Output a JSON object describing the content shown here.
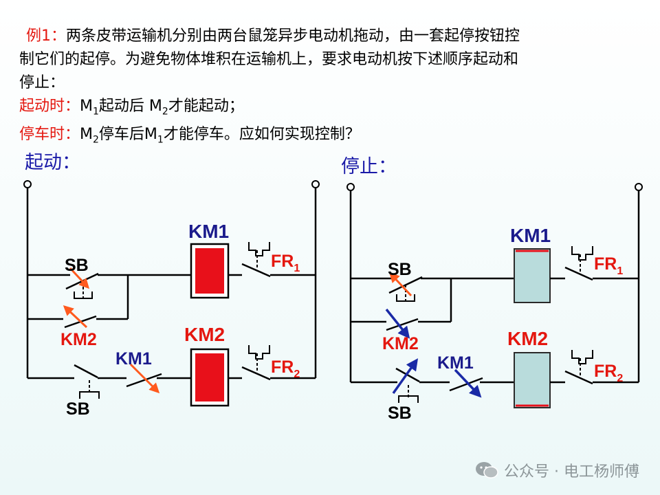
{
  "problem": {
    "example_label": "例1：",
    "line1": "两条皮带运输机分别由两台鼠笼异步电动机拖动，由一套起停按钮控",
    "line2": "制它们的起停。为避免物体堆积在运输机上，要求电动机按下述顺序起动和",
    "line3": "停止：",
    "start_label": "起动时：",
    "start_text": [
      "M",
      "1",
      "起动后 M",
      "2",
      "才能起动；"
    ],
    "stop_label": "停车时：",
    "stop_text": [
      "M",
      "2",
      "停车后M",
      "1",
      "才能停车。应如何实现控制？"
    ]
  },
  "sections": {
    "start": "起动：",
    "stop": "停止："
  },
  "start_circuit": {
    "km1": "KM1",
    "km2": "KM2",
    "sb_top": "SB",
    "km2_contact": "KM2",
    "km1_contact": "KM1",
    "sb_bottom": "SB",
    "fr1": [
      "FR",
      "1"
    ],
    "fr2": [
      "FR",
      "2"
    ]
  },
  "stop_circuit": {
    "km1": "KM1",
    "km2": "KM2",
    "sb_top": "SB",
    "km2_contact": "KM2",
    "km1_contact": "KM1",
    "sb_bottom": "SB",
    "fr1": [
      "FR",
      "1"
    ],
    "fr2": [
      "FR",
      "2"
    ]
  },
  "watermark": "公众号 · 电工杨师傅",
  "colors": {
    "text": "#000000",
    "accent_red": "#e4170f",
    "title_blue": "#1a1aa8",
    "coil_red": "#e8101a",
    "coil_light": "#b9dcdc",
    "arrow_red": "#ff5a1e",
    "arrow_blue": "#1a2aa6",
    "label_navy": "#1b1b8c"
  }
}
